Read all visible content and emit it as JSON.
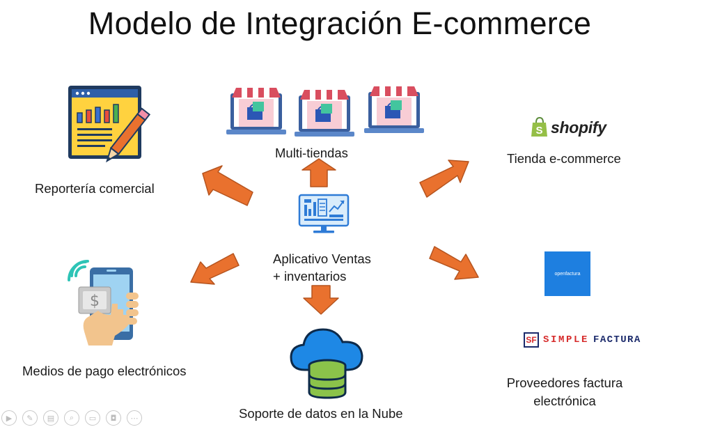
{
  "title": "Modelo de Integración E-commerce",
  "nodes": {
    "reporting": {
      "label": "Reportería comercial",
      "icon": "report-chart-pencil-icon"
    },
    "multistore": {
      "label": "Multi-tiendas",
      "icon": "online-store-laptop-icon"
    },
    "shopify": {
      "label": "Tienda e-commerce",
      "logo_text": "shopify",
      "icon": "shopify-logo"
    },
    "app": {
      "label_line1": "Aplicativo Ventas",
      "label_line2": "+ inventarios",
      "icon": "dashboard-monitor-icon"
    },
    "payments": {
      "label": "Medios de pago electrónicos",
      "icon": "mobile-payment-icon"
    },
    "cloud": {
      "label": "Soporte de datos en la Nube",
      "icon": "cloud-database-icon"
    },
    "invoicing": {
      "label_line1": "Proveedores factura",
      "label_line2": "electrónica",
      "openfactura_logo": "openfactura",
      "simplefactura_mark": "SF",
      "simplefactura_word1": "SIMPLE",
      "simplefactura_word2": "FACTURA"
    }
  },
  "colors": {
    "arrow": "#E9712E",
    "arrow_stroke": "#B5541F",
    "shopify_green": "#95BF47",
    "openfactura_blue": "#1E7FE0",
    "simplefactura_red": "#D62B2B",
    "simplefactura_navy": "#1B2A6B"
  },
  "toolbar_icons": [
    "play-icon",
    "pen-icon",
    "slides-icon",
    "zoom-icon",
    "subtitles-icon",
    "camera-icon",
    "more-icon"
  ]
}
